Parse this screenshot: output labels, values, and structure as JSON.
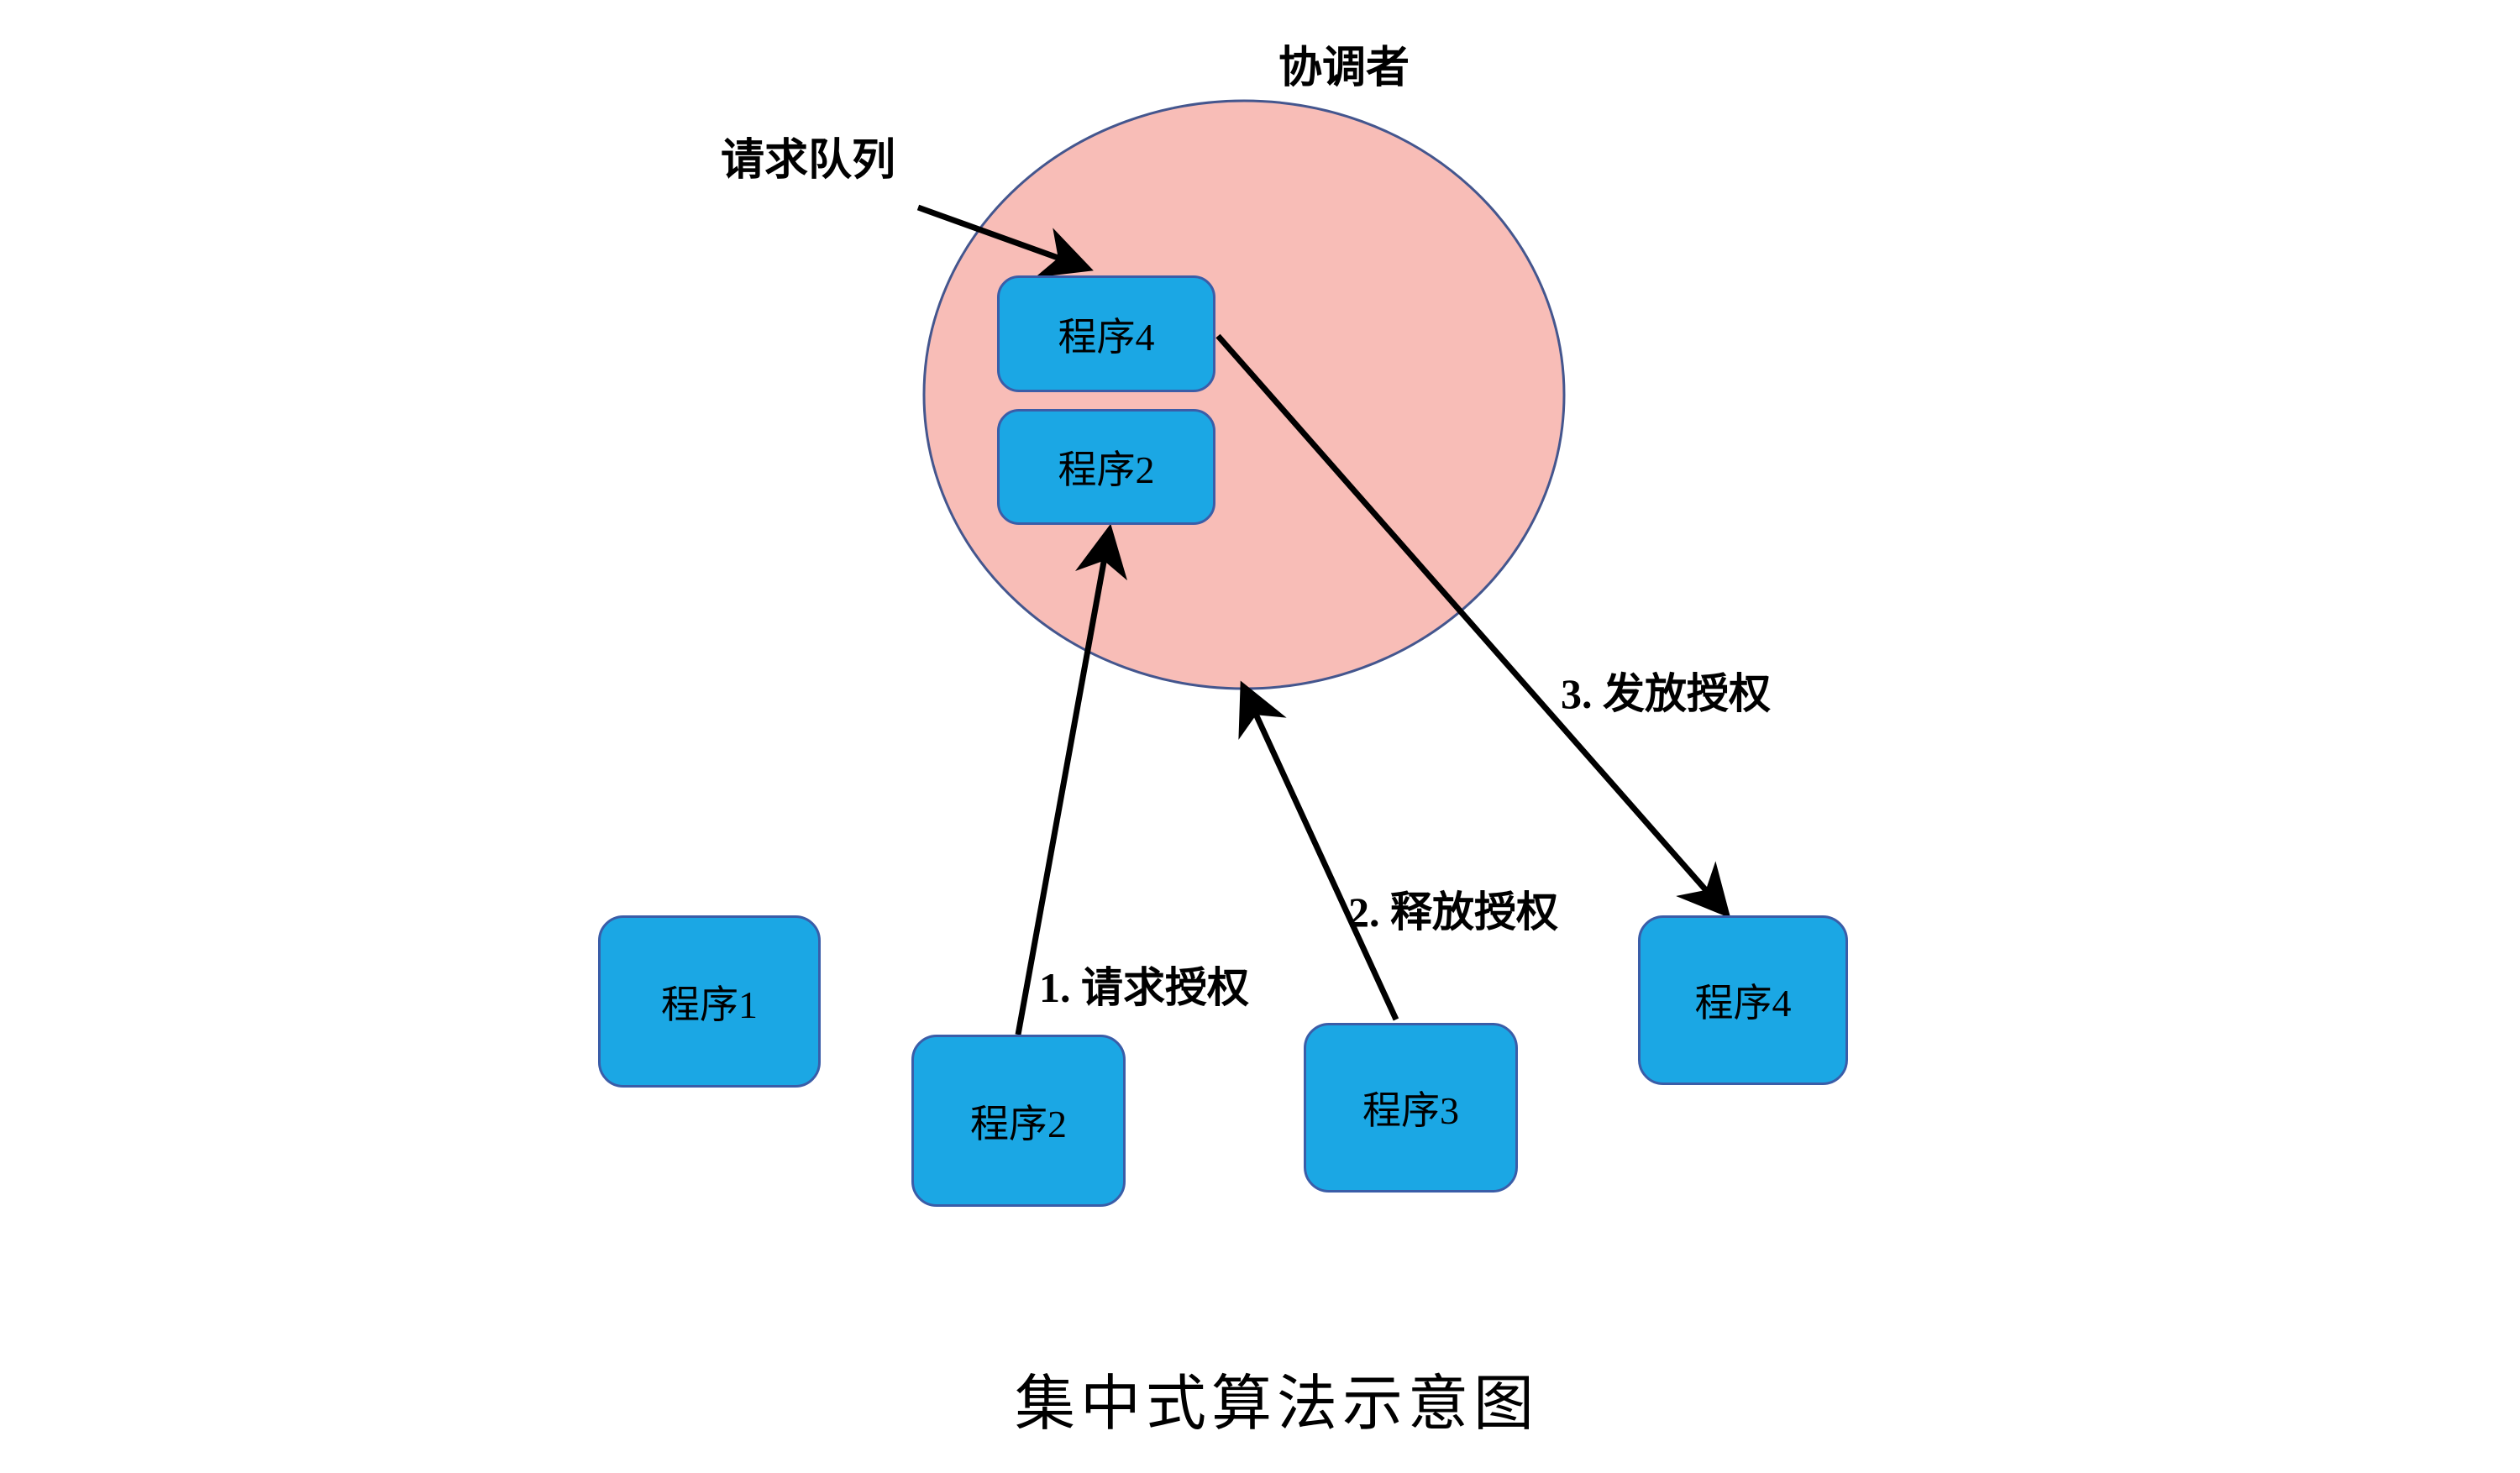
{
  "title": "集中式算法示意图",
  "coordinator": {
    "label": "协调者"
  },
  "queue": {
    "label": "请求队列",
    "items": [
      {
        "label": "程序4"
      },
      {
        "label": "程序2"
      }
    ]
  },
  "processes": [
    {
      "label": "程序1"
    },
    {
      "label": "程序2"
    },
    {
      "label": "程序3"
    },
    {
      "label": "程序4"
    }
  ],
  "steps": [
    {
      "label": "1. 请求授权"
    },
    {
      "label": "2. 释放授权"
    },
    {
      "label": "3. 发放授权"
    }
  ],
  "theme": {
    "background": "#ffffff",
    "circle_fill": "#f8bdb7",
    "circle_stroke": "#44568e",
    "box_fill": "#1ba7e4",
    "box_stroke": "#3a5da8",
    "text_color": "#000000",
    "arrow_color": "#000000"
  }
}
